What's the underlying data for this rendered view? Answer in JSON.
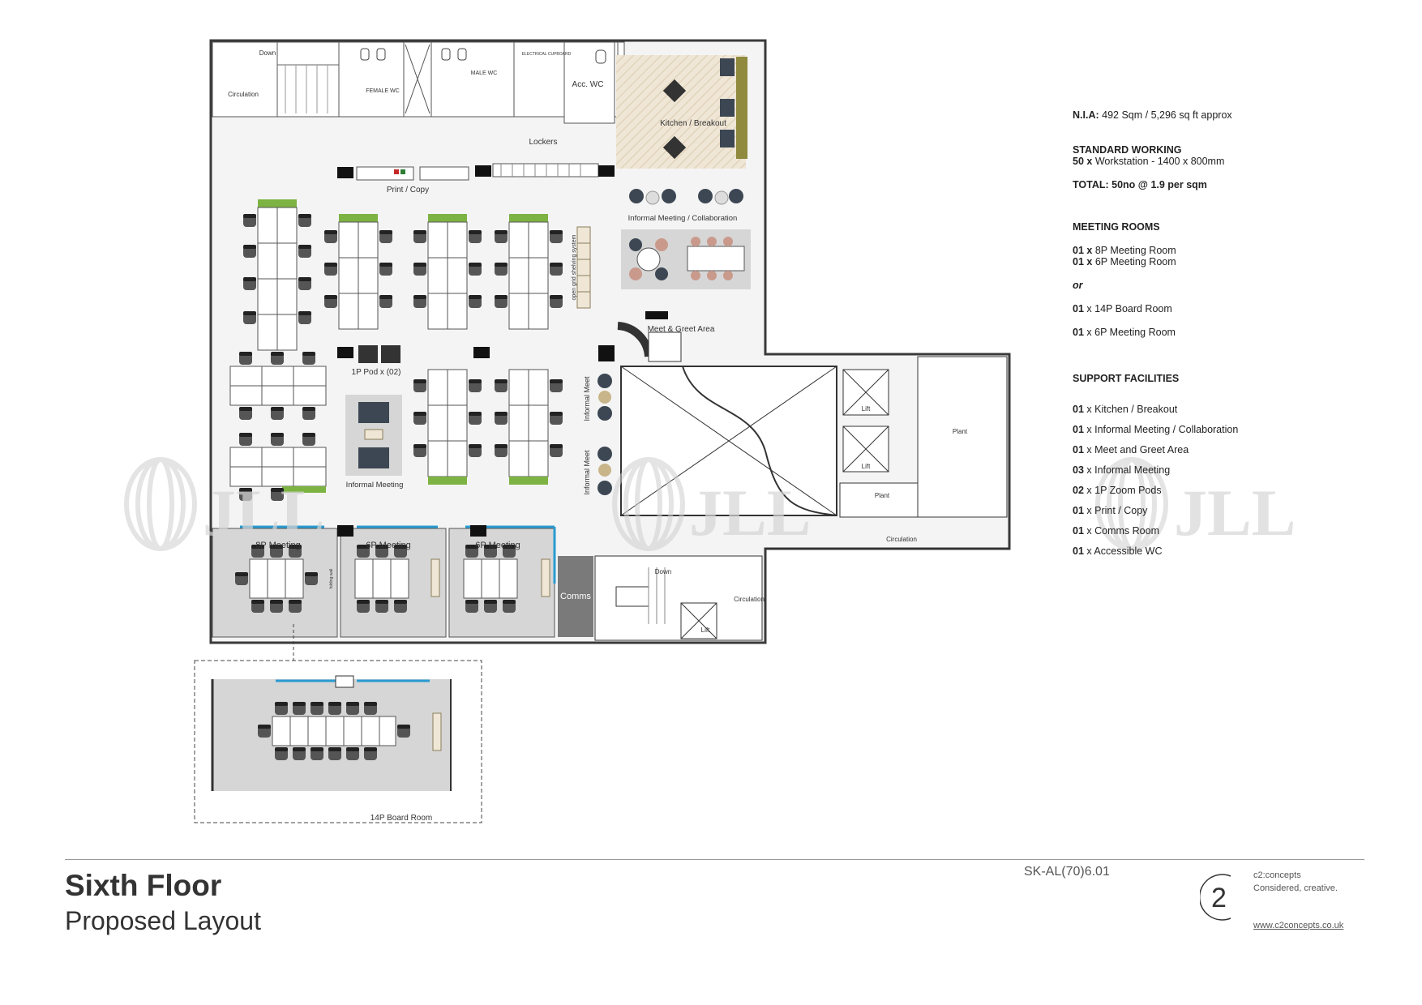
{
  "rooms": {
    "down_top": "Down",
    "circulation_nw": "Circulation",
    "female_wc": "FEMALE WC",
    "male_wc": "MALE WC",
    "electrical_cupboard": "ELECTRICAL CUPBOARD",
    "acc_wc": "Acc. WC",
    "kitchen": "Kitchen / Breakout",
    "lockers": "Lockers",
    "print_copy": "Print / Copy",
    "informal_collab": "Informal Meeting / Collaboration",
    "shelving": "open grid shelving system",
    "meet_greet": "Meet & Greet Area",
    "pod": "1P Pod x (02)",
    "informal_meeting": "Informal Meeting",
    "informal_meet_1": "Informal Meet",
    "informal_meet_2": "Informal Meet",
    "lift_1": "Lift",
    "lift_2": "Lift",
    "plant_1": "Plant",
    "plant_2": "Plant",
    "circulation_e": "Circulation",
    "meeting_8p": "8P Meeting",
    "meeting_6p_a": "6P Meeting",
    "meeting_6p_b": "6P Meeting",
    "folding_wall": "folding wall",
    "comms": "Comms",
    "down_bottom": "Down",
    "circulation_s": "Circulation",
    "lift_3": "Lift",
    "board_room": "14P Board Room"
  },
  "legend": {
    "nia_label": "N.I.A:",
    "nia_value": "492 Sqm / 5,296 sq ft approx",
    "standard_heading": "STANDARD WORKING",
    "workstation_qty": "50 x",
    "workstation_desc": "Workstation - 1400 x 800mm",
    "total": "TOTAL: 50no @ 1.9 per sqm",
    "meeting_heading": "MEETING ROOMS",
    "mr1_qty": "01 x",
    "mr1_desc": "8P Meeting Room",
    "mr2_qty": "01 x",
    "mr2_desc": "6P Meeting Room",
    "or": "or",
    "mr3_qty": "01",
    "mr3_desc": "x 14P Board Room",
    "mr4_qty": "01",
    "mr4_desc": "x 6P Meeting Room",
    "support_heading": "SUPPORT FACILITIES",
    "s1_qty": "01",
    "s1_desc": "x Kitchen / Breakout",
    "s2_qty": "01",
    "s2_desc": "x Informal Meeting / Collaboration",
    "s3_qty": "01",
    "s3_desc": "x Meet and Greet Area",
    "s4_qty": "03",
    "s4_desc": "x Informal Meeting",
    "s5_qty": "02",
    "s5_desc": "x 1P Zoom Pods",
    "s6_qty": "01",
    "s6_desc": "x Print / Copy",
    "s7_qty": "01",
    "s7_desc": "x Comms Room",
    "s8_qty": "01",
    "s8_desc": "x Accessible WC"
  },
  "watermark": "JLL",
  "footer": {
    "title": "Sixth Floor",
    "subtitle": "Proposed Layout",
    "drawing_number": "SK-AL(70)6.01",
    "brand_name": "c2:concepts",
    "brand_tagline": "Considered, creative.",
    "brand_url": "www.c2concepts.co.uk",
    "logo_glyph": "2"
  },
  "colors": {
    "wall": "#3a3a3a",
    "floor": "#f4f4f4",
    "room_grey": "#d6d6d6",
    "kitchen_floor": "#efe6d6",
    "glazing_blue": "#2a9bd1",
    "plant_green": "#7cb342",
    "watermark": "#cfcfcf"
  }
}
